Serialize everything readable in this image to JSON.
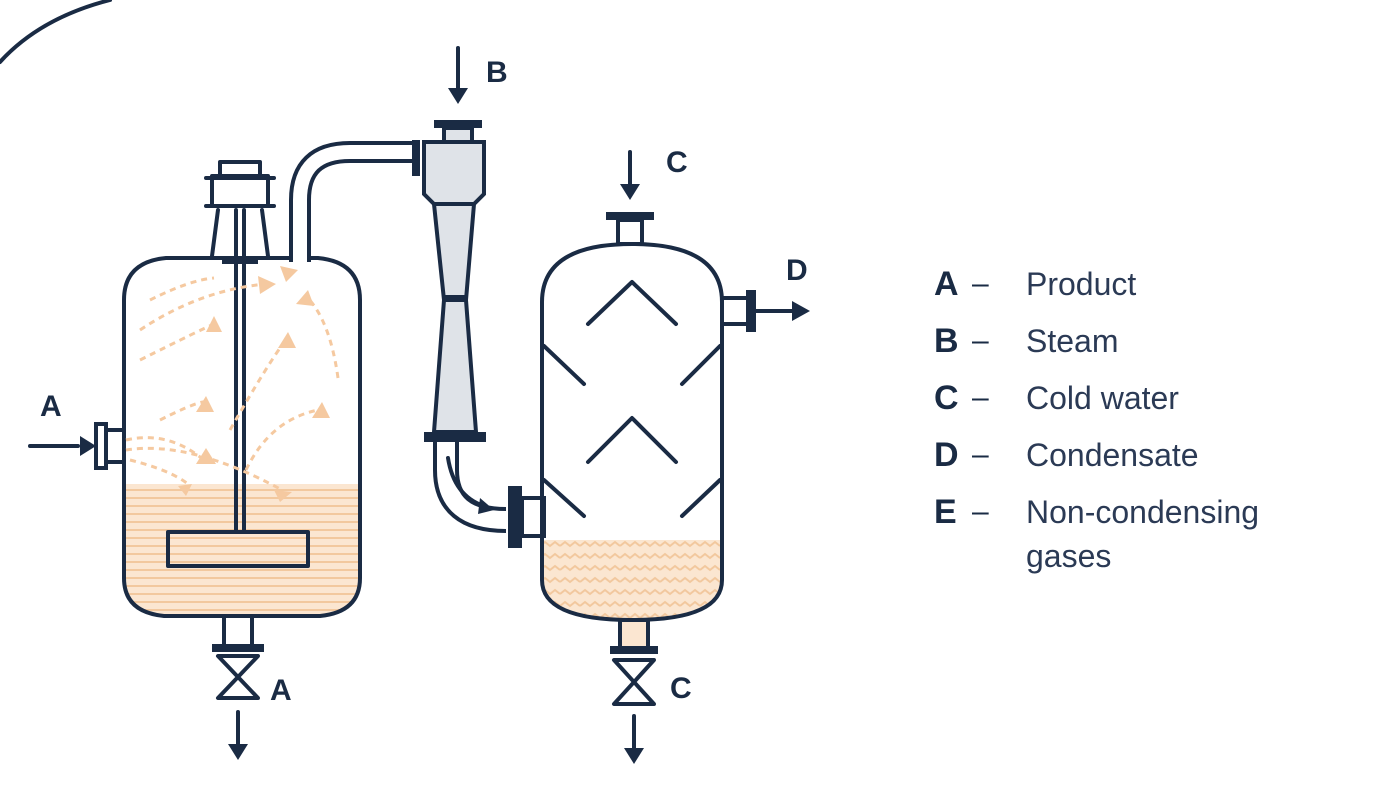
{
  "diagram": {
    "labels": {
      "product_in": "A",
      "product_out": "A",
      "steam_in": "B",
      "water_in": "C",
      "water_out": "C",
      "condensate_out": "D"
    }
  },
  "legend": {
    "items": [
      {
        "key": "A",
        "dash": "–",
        "text": "Product"
      },
      {
        "key": "B",
        "dash": "–",
        "text": "Steam"
      },
      {
        "key": "C",
        "dash": "–",
        "text": "Cold water"
      },
      {
        "key": "D",
        "dash": "–",
        "text": "Condensate"
      },
      {
        "key": "E",
        "dash": "–",
        "text": "Non-condensing gases"
      }
    ]
  },
  "colors": {
    "ink": "#1a2b44",
    "product_fill": "#f7d6b5",
    "steam_arrow": "#f5c9a0",
    "ejector_fill": "#dfe3e8"
  }
}
